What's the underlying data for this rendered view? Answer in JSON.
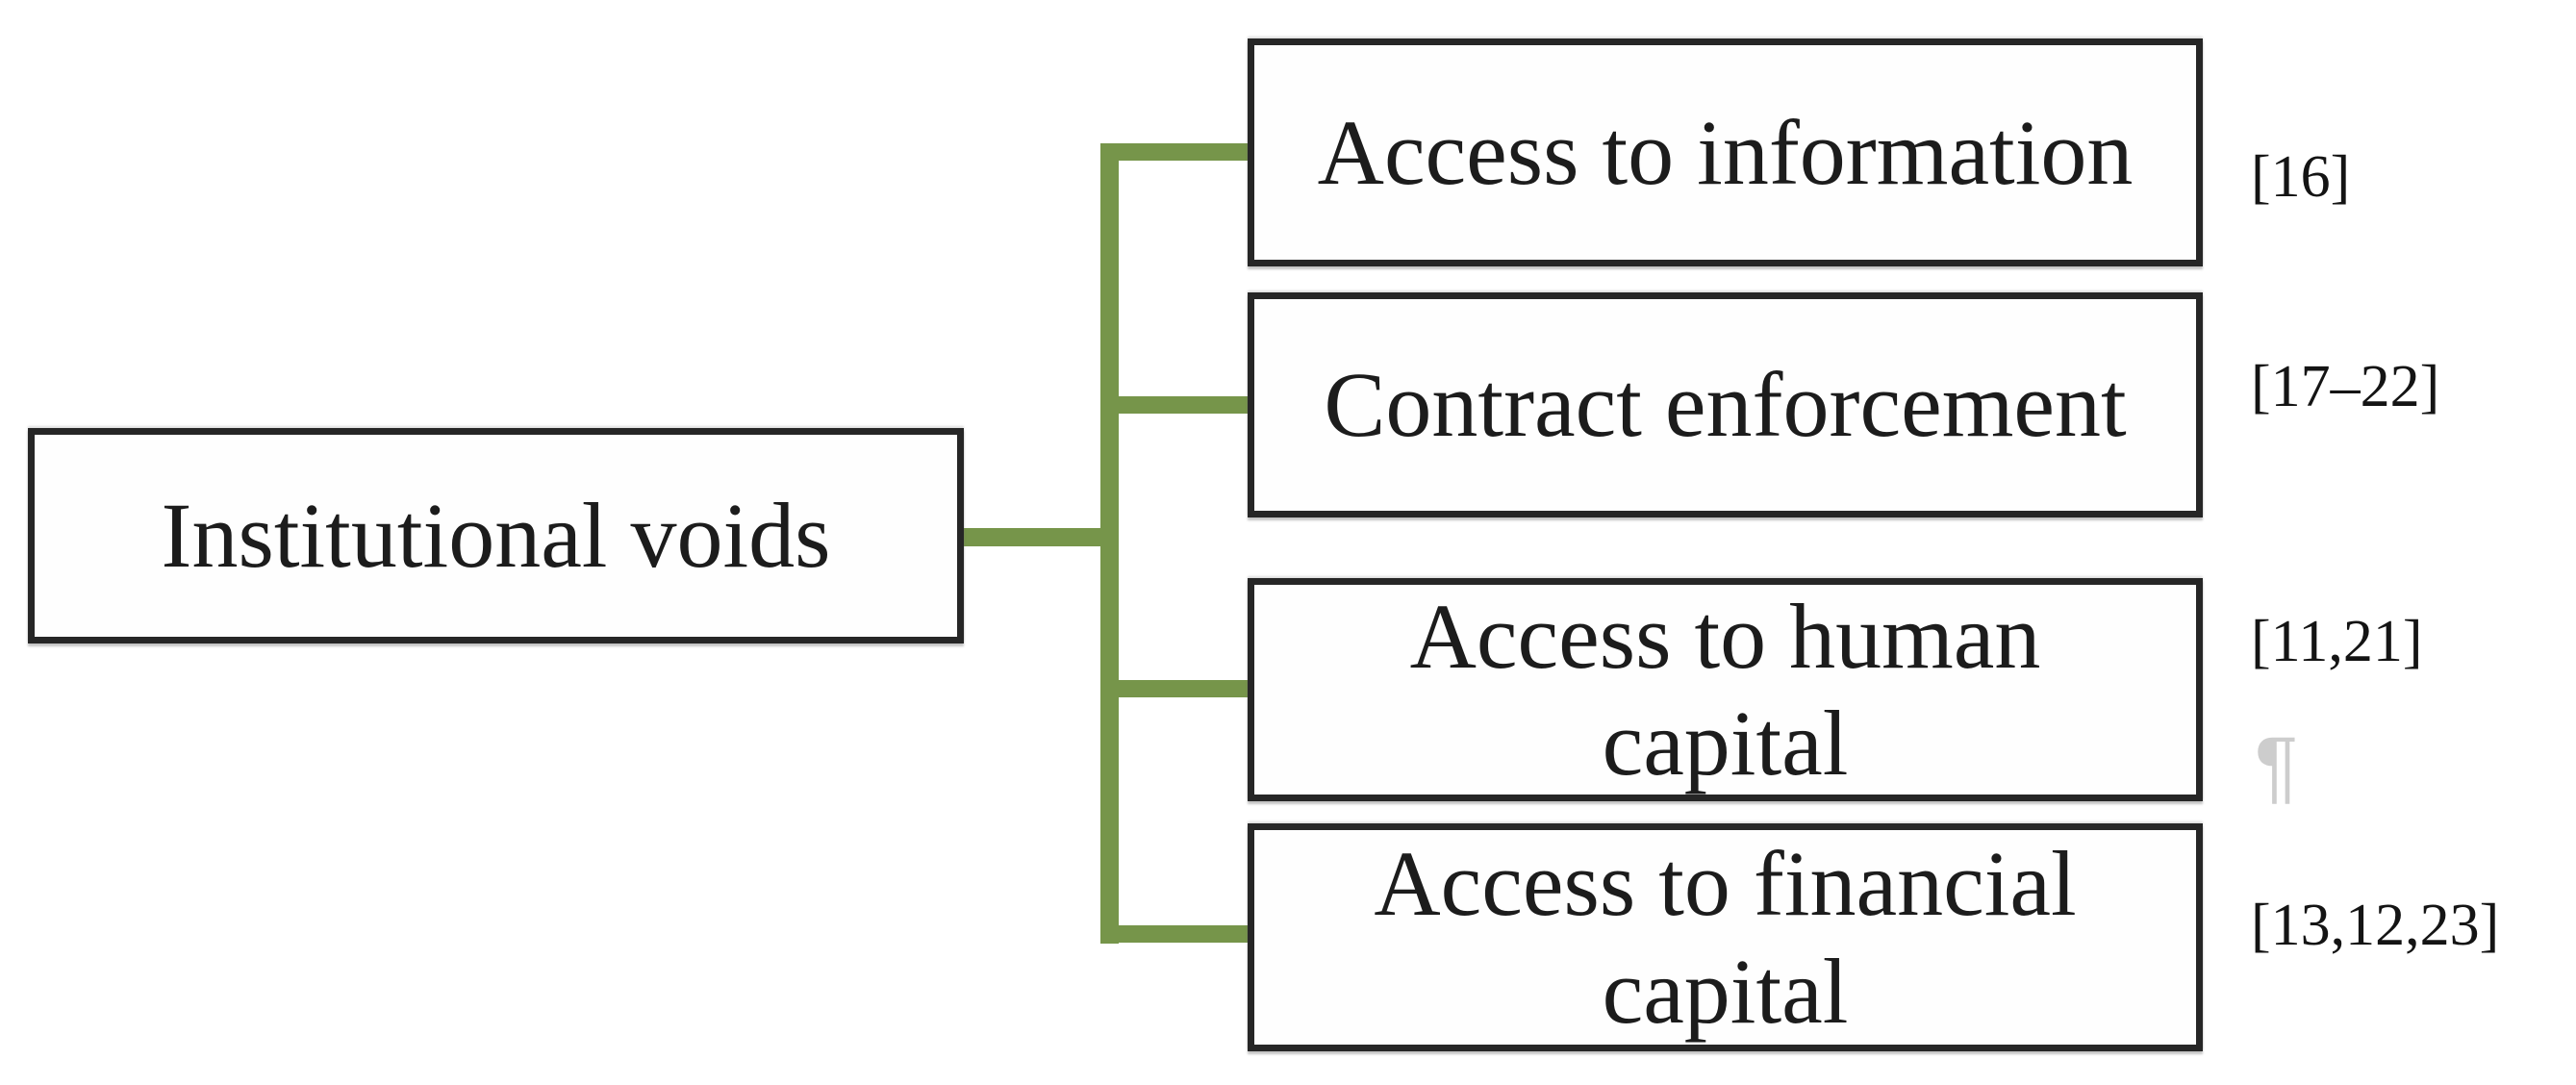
{
  "diagram": {
    "root": {
      "label": "Institutional voids"
    },
    "branches": [
      {
        "label": "Access to information",
        "citation": "[16]"
      },
      {
        "label": "Contract enforcement",
        "citation": "[17–22]"
      },
      {
        "label": "Access to human capital",
        "citation": "[11,21]"
      },
      {
        "label": "Access to financial capital",
        "citation": "[13,12,23]"
      }
    ],
    "colors": {
      "connector_green": "#76954a",
      "box_border": "#262626",
      "text": "#1c1c1c",
      "artifact_gray": "#cdcdcd"
    },
    "artifacts": {
      "pilcrow": "¶"
    }
  }
}
